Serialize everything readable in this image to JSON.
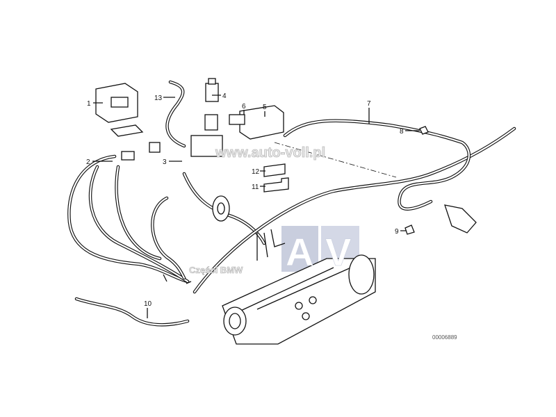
{
  "diagram": {
    "labels": [
      "1",
      "2",
      "3",
      "4",
      "5",
      "6",
      "7",
      "8",
      "9",
      "10",
      "11",
      "12",
      "13"
    ],
    "drawing_code": "00006889"
  },
  "watermark": {
    "url": "www.auto-voll.pl",
    "logo_letters": [
      "A",
      "V"
    ],
    "caption": "Części BMW"
  },
  "colors": {
    "line": "#111111",
    "logo_block": "#c7ccdc"
  }
}
